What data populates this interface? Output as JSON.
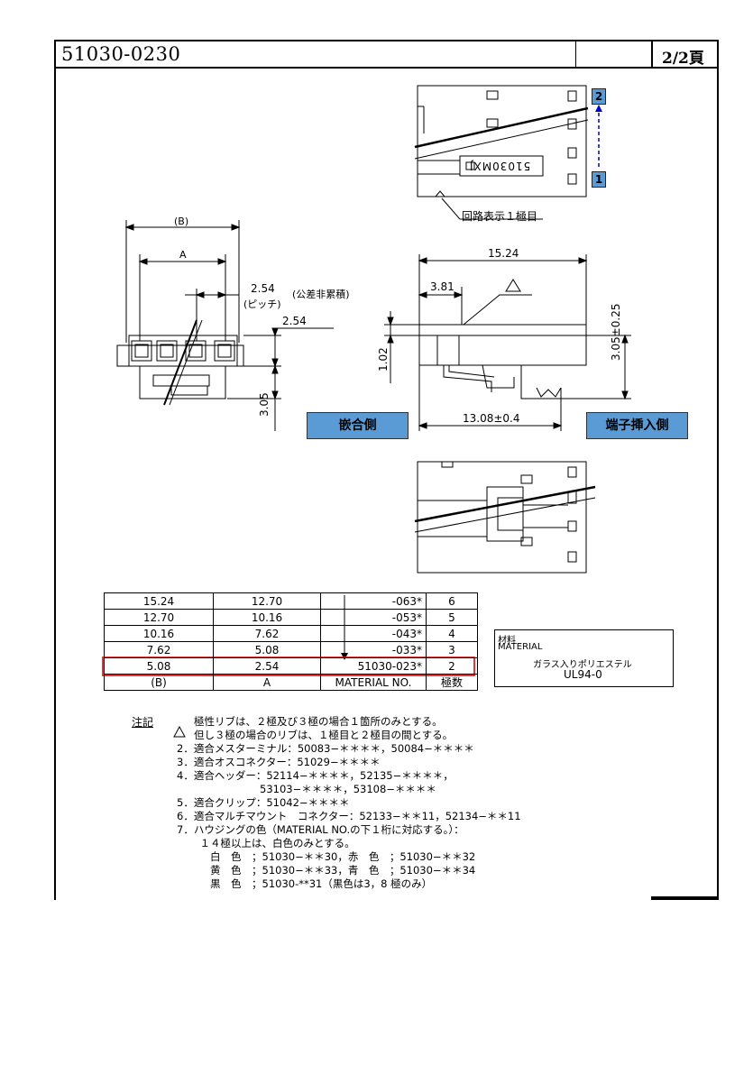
{
  "header": {
    "part_number": "51030-0230",
    "page": "2/2頁"
  },
  "drawing": {
    "top_view": {
      "engraving": "51030MXJ",
      "circuit_label": "回路表示１極目",
      "pin_labels": [
        "2",
        "1"
      ]
    },
    "front_view": {
      "dim_B": "(B)",
      "dim_A": "A",
      "pitch_value": "2.54",
      "pitch_note": "(公差非累積)",
      "pitch_label": "(ピッチ)",
      "right_dim": "2.54",
      "height_dim": "3.05",
      "side_label": "嵌合側"
    },
    "side_view": {
      "width": "15.24",
      "offset": "3.81",
      "thickness": "1.02",
      "height": "3.05±0.25",
      "bottom": "13.08±0.4",
      "side_label": "端子挿入側"
    }
  },
  "table": {
    "rows": [
      [
        "15.24",
        "12.70",
        "",
        "-063*",
        "6"
      ],
      [
        "12.70",
        "10.16",
        "",
        "-053*",
        "5"
      ],
      [
        "10.16",
        "7.62",
        "",
        "-043*",
        "4"
      ],
      [
        "7.62",
        "5.08",
        "",
        "-033*",
        "3"
      ],
      [
        "5.08",
        "2.54",
        "51030-023*",
        "",
        "2"
      ]
    ],
    "header": [
      "(B)",
      "A",
      "MATERIAL NO.",
      "極数"
    ],
    "highlight_color": "#e02020"
  },
  "material": {
    "label_jp": "材料",
    "label_en": "MATERIAL",
    "desc": "ガラス入りポリエステル",
    "grade": "UL94-0"
  },
  "notes": {
    "heading": "注記",
    "lines": [
      "極性リブは、２極及び３極の場合１箇所のみとする。",
      "但し３極の場合のリブは、１極目と２極目の間とする。",
      "2．適合メスターミナル：50083−＊＊＊＊，50084−＊＊＊＊",
      "3．適合オスコネクター：51029−＊＊＊＊",
      "4．適合ヘッダー：52114−＊＊＊＊，52135−＊＊＊＊，",
      "　　　　　　　　53103−＊＊＊＊，53108−＊＊＊＊",
      "5．適合クリップ：51042−＊＊＊＊",
      "6．適合マルチマウント　コネクター：52133−＊＊11，52134−＊＊11",
      "7．ハウジングの色（MATERIAL NO.の下１桁に対応する。）：",
      "　１４極以上は、白色のみとする。",
      "　　白　色　；51030−＊＊30，赤　色　；51030−＊＊32",
      "　　黄　色　；51030−＊＊33，青　色　；51030−＊＊34",
      "　　黒　色　；51030-**31（黒色は3，8 極のみ）"
    ]
  },
  "colors": {
    "accent": "#5b9bd5",
    "highlight": "#e02020"
  }
}
